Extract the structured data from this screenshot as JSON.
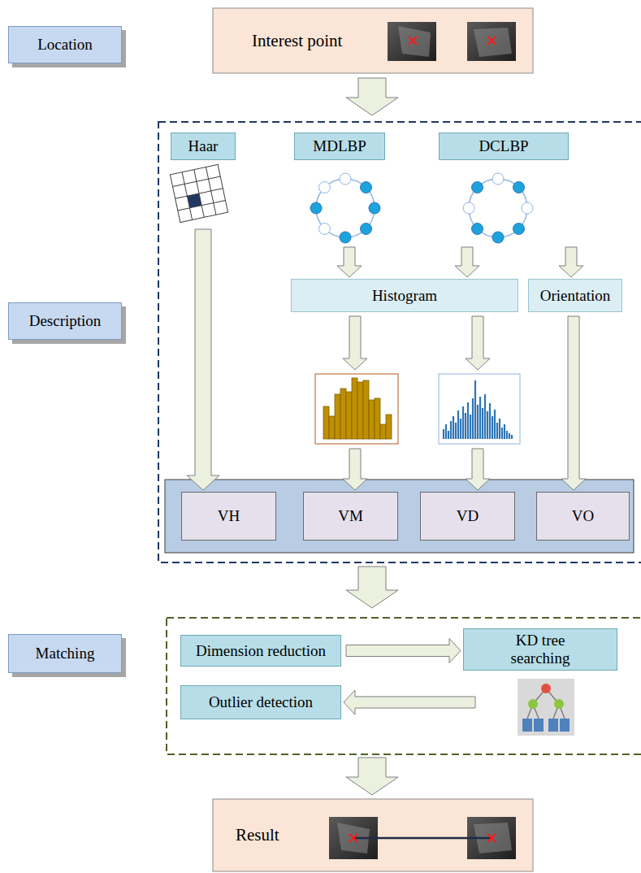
{
  "diagram": {
    "nodes": [
      {
        "text": [
          "Location"
        ]
      },
      {
        "text": [
          "Interest point"
        ]
      },
      {
        "text": [
          "Description"
        ]
      },
      {
        "text": [
          "Haar"
        ]
      },
      {
        "text": [
          "MDLBP"
        ]
      },
      {
        "text": [
          "DCLBP"
        ]
      },
      {
        "text": [
          "Histogram"
        ]
      },
      {
        "text": [
          "Orientation"
        ]
      },
      {
        "text": [
          "VH"
        ]
      },
      {
        "text": [
          "VM"
        ]
      },
      {
        "text": [
          "VD"
        ]
      },
      {
        "text": [
          "VO"
        ]
      },
      {
        "text": [
          "Matching"
        ]
      },
      {
        "text": [
          "Dimension reduction"
        ]
      },
      {
        "text": [
          "KD tree searching"
        ]
      },
      {
        "text": [
          "Outlier detection"
        ]
      },
      {
        "text": [
          "Result"
        ]
      }
    ],
    "edges": [
      {
        "from": 3,
        "to": 8,
        "arrow": "to"
      },
      {
        "from": 4,
        "to": 6,
        "arrow": "to"
      },
      {
        "from": 5,
        "to": 6,
        "arrow": "to"
      },
      {
        "from": 5,
        "to": 7,
        "arrow": "to"
      },
      {
        "from": 6,
        "to": 9,
        "arrow": "to"
      },
      {
        "from": 6,
        "to": 10,
        "arrow": "to"
      },
      {
        "from": 7,
        "to": 11,
        "arrow": "to"
      },
      {
        "from": 13,
        "to": 14,
        "arrow": "to"
      },
      {
        "from": 14,
        "to": 15,
        "arrow": "to"
      }
    ]
  }
}
